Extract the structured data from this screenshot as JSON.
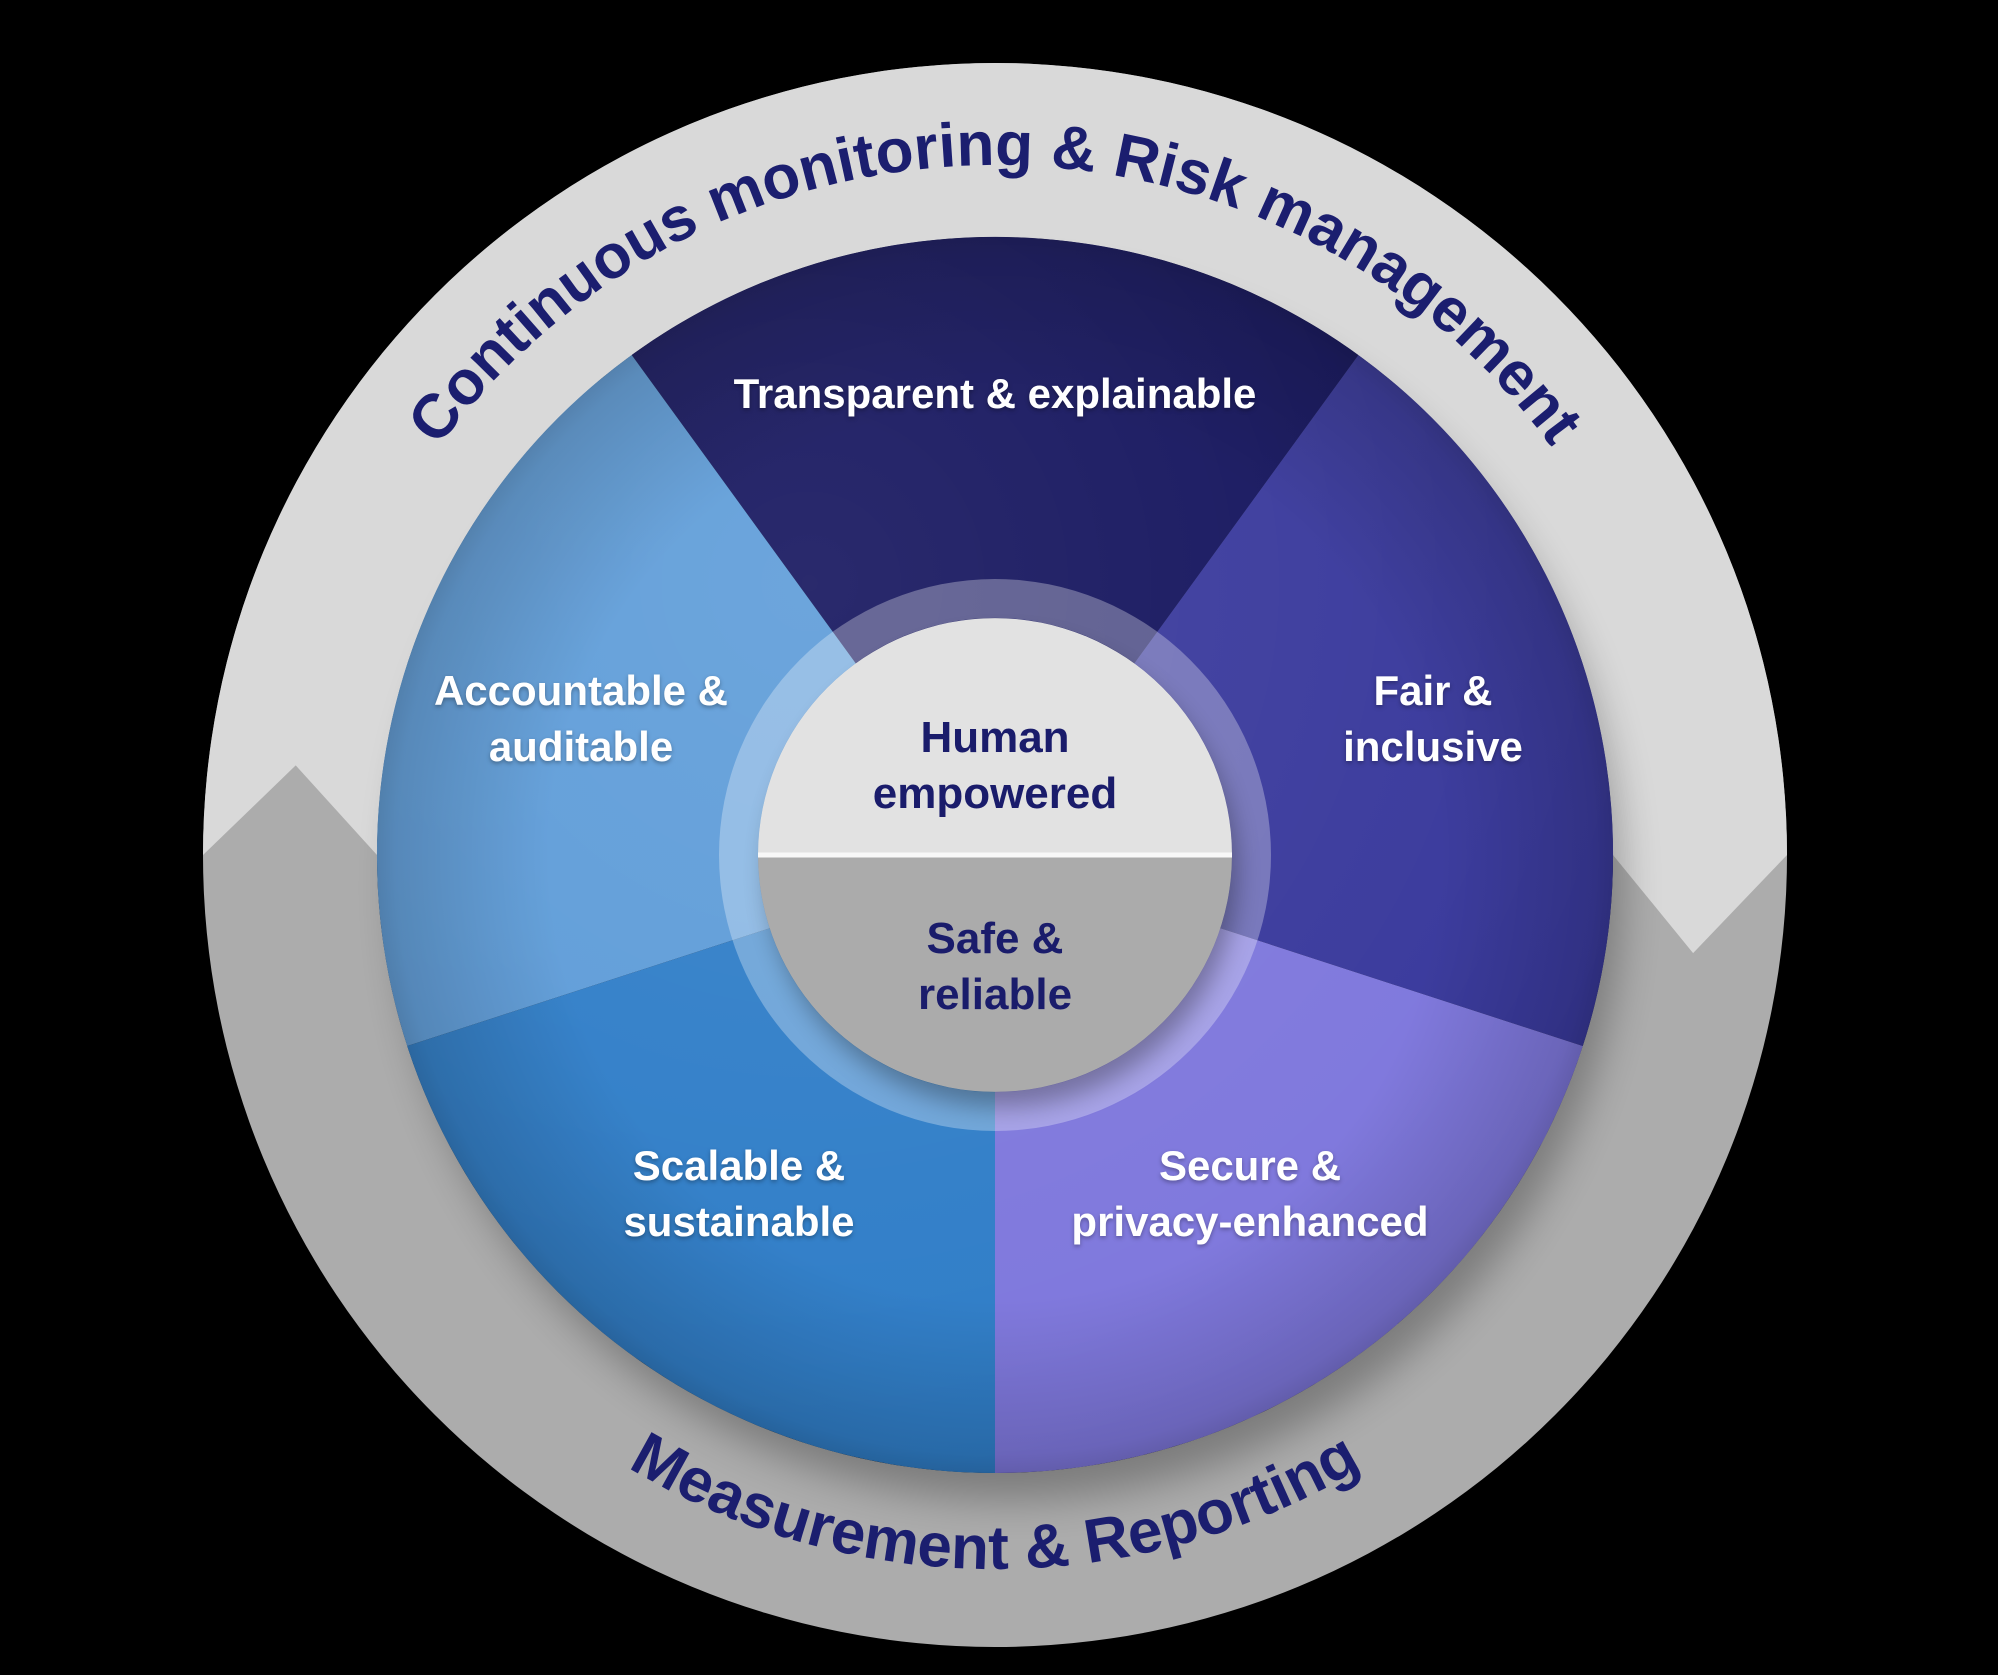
{
  "page": {
    "background_color": "#000000"
  },
  "wheel": {
    "ring": {
      "top_label": "Continuous monitoring & Risk management",
      "bottom_label": "Measurement & Reporting",
      "top_fill": "#D9D9D9",
      "bottom_fill": "#ACACAC",
      "label_color": "#1B1E6F"
    },
    "segments": [
      {
        "id": "transparent-explainable",
        "label_lines": [
          "Transparent & explainable"
        ],
        "fill": "#12125C"
      },
      {
        "id": "fair-inclusive",
        "label_lines": [
          "Fair &",
          "inclusive"
        ],
        "fill": "#37379B"
      },
      {
        "id": "secure-privacy-enhanced",
        "label_lines": [
          "Secure &",
          "privacy-enhanced"
        ],
        "fill": "#7D76DC"
      },
      {
        "id": "scalable-sustainable",
        "label_lines": [
          "Scalable &",
          "sustainable"
        ],
        "fill": "#2D7CC7"
      },
      {
        "id": "accountable-auditable",
        "label_lines": [
          "Accountable &",
          "auditable"
        ],
        "fill": "#5C9BD8"
      }
    ],
    "segment_label_color": "#FFFFFF",
    "center": {
      "top_label_lines": [
        "Human",
        "empowered"
      ],
      "bottom_label_lines": [
        "Safe &",
        "reliable"
      ],
      "top_fill": "#E2E2E2",
      "bottom_fill": "#ABABAB",
      "label_color": "#1A1C6B"
    }
  }
}
